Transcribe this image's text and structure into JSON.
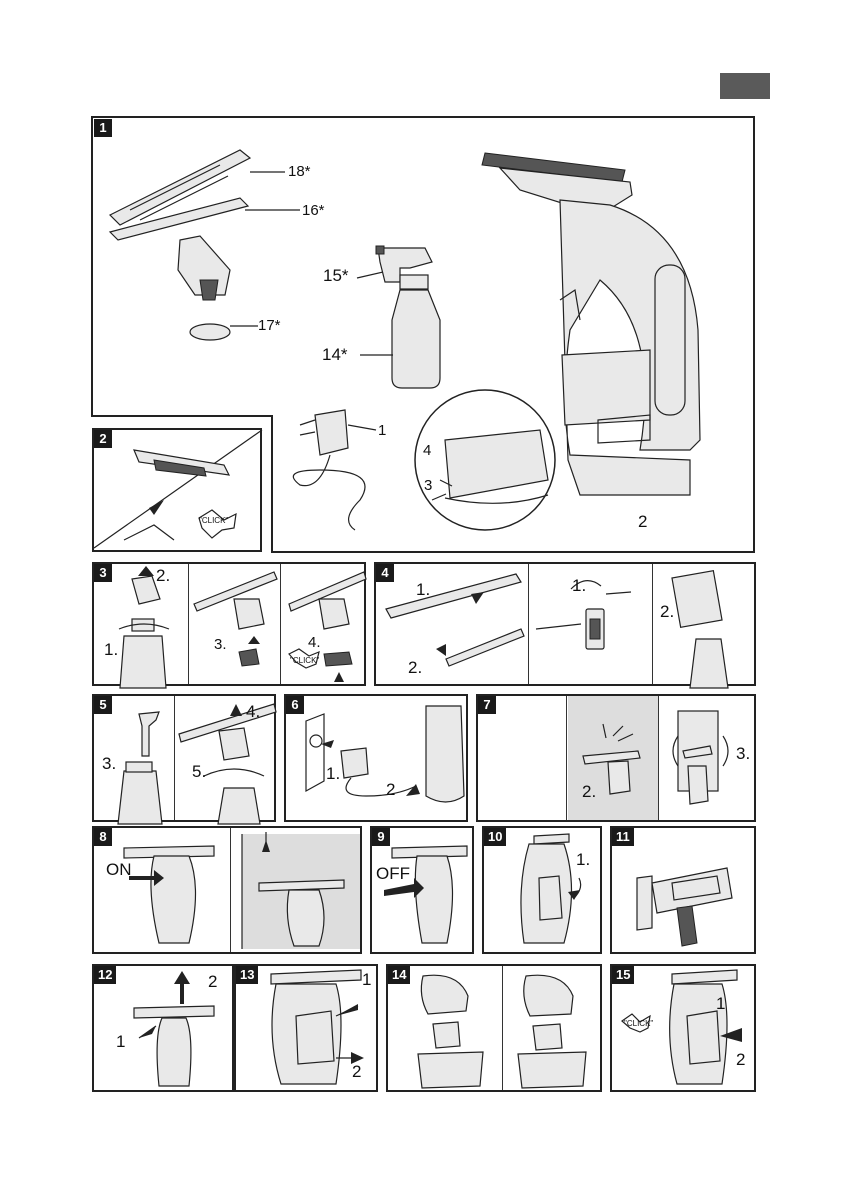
{
  "language_tab_color": "#5a5a5a",
  "panels": {
    "p1": {
      "badge": "1",
      "labels": {
        "l18": "18*",
        "l16": "16*",
        "l15": "15*",
        "l14": "14*",
        "l17": "17*",
        "l1": "1",
        "l4": "4",
        "l3": "3",
        "l2": "2"
      }
    },
    "p2": {
      "badge": "2",
      "click": "\"CLICK\""
    },
    "p3": {
      "badge": "3",
      "s1": "1.",
      "s2": "2.",
      "s3": "3.",
      "s4": "4.",
      "click": "\"CLICK\""
    },
    "p4": {
      "badge": "4",
      "s1a": "1.",
      "s2a": "2.",
      "s1b": "1.",
      "s2b": "2."
    },
    "p5": {
      "badge": "5",
      "s3": "3.",
      "s4": "4.",
      "s5": "5."
    },
    "p6": {
      "badge": "6",
      "s1": "1.",
      "s2": "2"
    },
    "p7": {
      "badge": "7",
      "s2": "2.",
      "s3": "3."
    },
    "p8": {
      "badge": "8",
      "on": "ON"
    },
    "p9": {
      "badge": "9",
      "off": "OFF"
    },
    "p10": {
      "badge": "10",
      "s1": "1."
    },
    "p11": {
      "badge": "11"
    },
    "p12": {
      "badge": "12",
      "s1": "1",
      "s2": "2"
    },
    "p13": {
      "badge": "13",
      "s1": "1",
      "s2": "2"
    },
    "p14": {
      "badge": "14"
    },
    "p15": {
      "badge": "15",
      "s1": "1",
      "s2": "2",
      "click": "\"CLICK\""
    }
  }
}
